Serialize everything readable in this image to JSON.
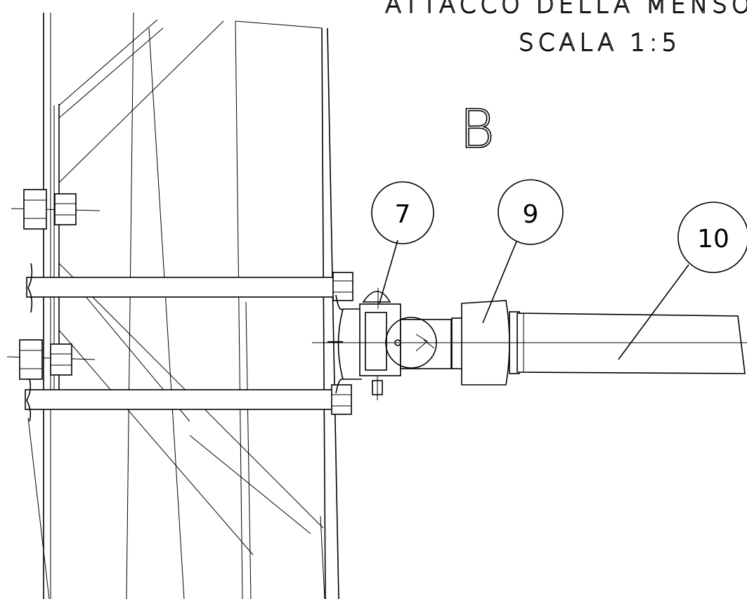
{
  "drawing": {
    "title": "ATTACCO DELLA MENSOLA  A",
    "scale": "SCALA 1:5",
    "view_label": "B",
    "balloons": [
      {
        "number": "7"
      },
      {
        "number": "9"
      },
      {
        "number": "10"
      }
    ]
  }
}
